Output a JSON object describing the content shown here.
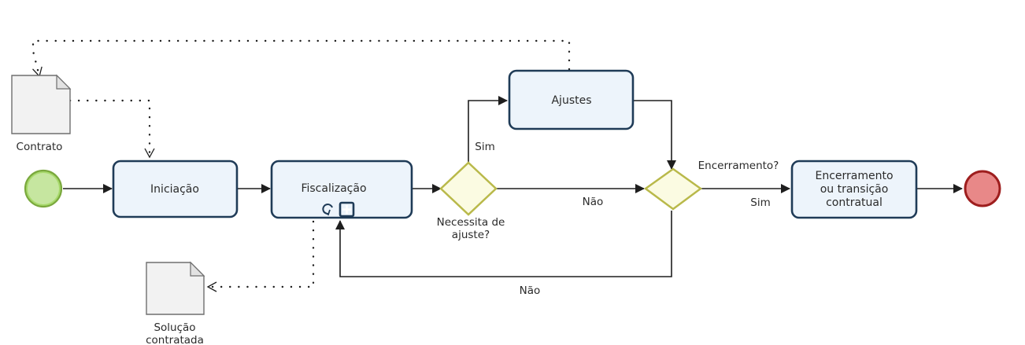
{
  "tasks": {
    "iniciacao": "Iniciação",
    "fiscalizacao": "Fiscalização",
    "ajustes": "Ajustes",
    "encerramento": [
      "Encerramento",
      "ou transição",
      "contratual"
    ]
  },
  "documents": {
    "contrato": "Contrato",
    "solucao": [
      "Solução",
      "contratada"
    ]
  },
  "gateways": {
    "ajuste_question": [
      "Necessita de",
      "ajuste?"
    ],
    "encerramento_question": "Encerramento?"
  },
  "flow_labels": {
    "sim_up": "Sim",
    "nao_mid": "Não",
    "sim_right": "Sim",
    "nao_bottom": "Não"
  },
  "colors": {
    "start_event": "#a7d96b",
    "end_event": "#e88888",
    "task_fill": "#edf4fb",
    "gateway_fill": "#fbfbe2",
    "subprocess_marker": "#1f63b5"
  }
}
